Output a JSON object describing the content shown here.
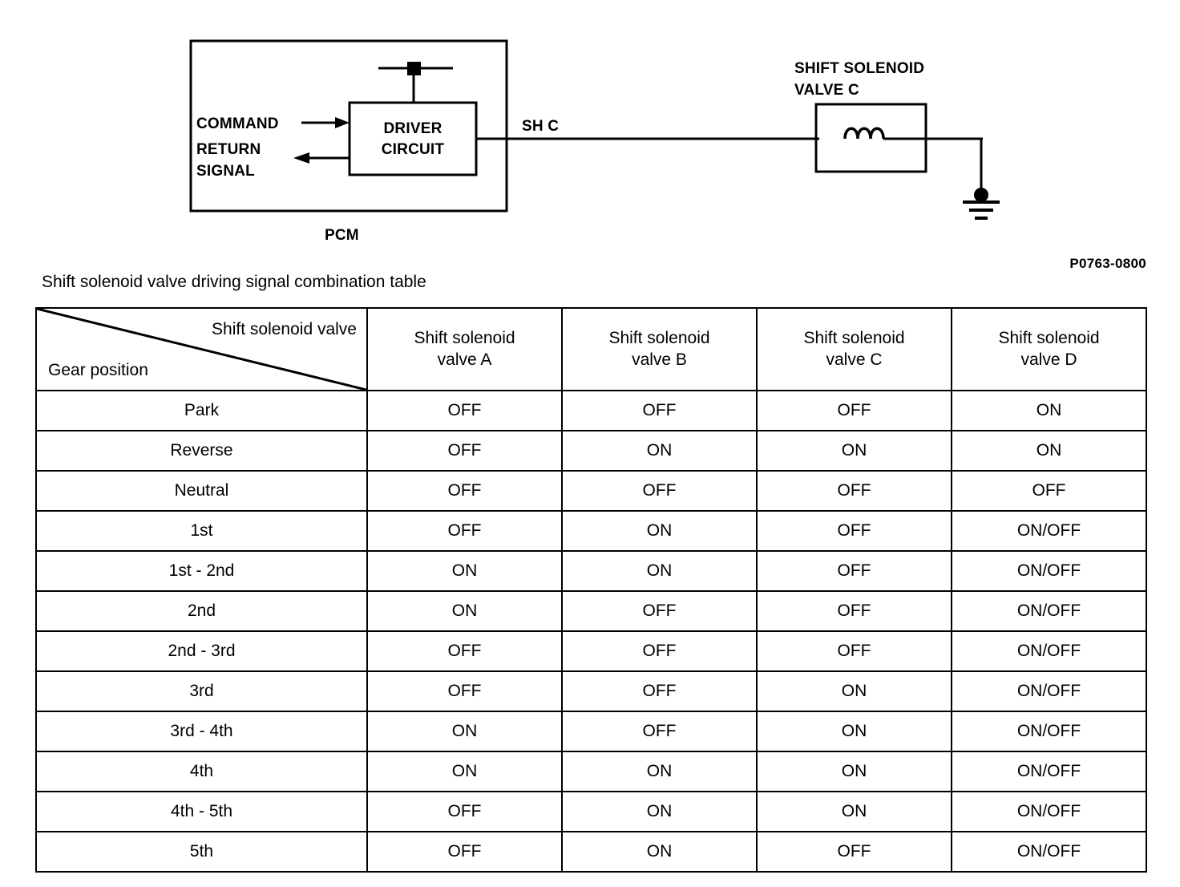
{
  "diagram": {
    "pcm_label": "PCM",
    "driver_line1": "DRIVER",
    "driver_line2": "CIRCUIT",
    "command_label": "COMMAND",
    "return_line1": "RETURN",
    "return_line2": "SIGNAL",
    "wire_label": "SH C",
    "solenoid_line1": "SHIFT SOLENOID",
    "solenoid_line2": "VALVE C",
    "reference_code": "P0763-0800",
    "line_color": "#000000"
  },
  "table": {
    "caption": "Shift solenoid valve driving signal combination table",
    "corner": {
      "top_label": "Shift solenoid valve",
      "bottom_label": "Gear position"
    },
    "columns": [
      {
        "line1": "Shift solenoid",
        "line2": "valve A"
      },
      {
        "line1": "Shift solenoid",
        "line2": "valve B"
      },
      {
        "line1": "Shift solenoid",
        "line2": "valve C"
      },
      {
        "line1": "Shift solenoid",
        "line2": "valve D"
      }
    ],
    "rows": [
      {
        "gear": "Park",
        "a": "OFF",
        "b": "OFF",
        "c": "OFF",
        "d": "ON"
      },
      {
        "gear": "Reverse",
        "a": "OFF",
        "b": "ON",
        "c": "ON",
        "d": "ON"
      },
      {
        "gear": "Neutral",
        "a": "OFF",
        "b": "OFF",
        "c": "OFF",
        "d": "OFF"
      },
      {
        "gear": "1st",
        "a": "OFF",
        "b": "ON",
        "c": "OFF",
        "d": "ON/OFF"
      },
      {
        "gear": "1st - 2nd",
        "a": "ON",
        "b": "ON",
        "c": "OFF",
        "d": "ON/OFF"
      },
      {
        "gear": "2nd",
        "a": "ON",
        "b": "OFF",
        "c": "OFF",
        "d": "ON/OFF"
      },
      {
        "gear": "2nd - 3rd",
        "a": "OFF",
        "b": "OFF",
        "c": "OFF",
        "d": "ON/OFF"
      },
      {
        "gear": "3rd",
        "a": "OFF",
        "b": "OFF",
        "c": "ON",
        "d": "ON/OFF"
      },
      {
        "gear": "3rd - 4th",
        "a": "ON",
        "b": "OFF",
        "c": "ON",
        "d": "ON/OFF"
      },
      {
        "gear": "4th",
        "a": "ON",
        "b": "ON",
        "c": "ON",
        "d": "ON/OFF"
      },
      {
        "gear": "4th - 5th",
        "a": "OFF",
        "b": "ON",
        "c": "ON",
        "d": "ON/OFF"
      },
      {
        "gear": "5th",
        "a": "OFF",
        "b": "ON",
        "c": "OFF",
        "d": "ON/OFF"
      }
    ]
  }
}
